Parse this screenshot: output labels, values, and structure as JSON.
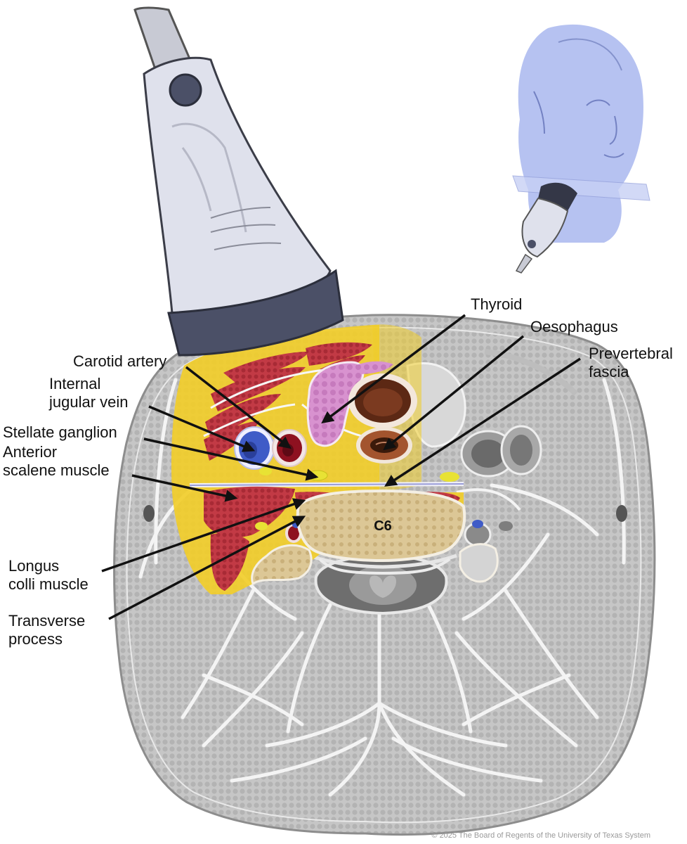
{
  "labels": {
    "thyroid": "Thyroid",
    "oesophagus": "Oesophagus",
    "prevertebral_fascia": "Prevertebral\nfascia",
    "carotid_artery": "Carotid artery",
    "internal_jugular_vein": "Internal\njugular vein",
    "stellate_ganglion": "Stellate ganglion",
    "anterior_scalene_muscle": "Anterior\nscalene muscle",
    "longus_colli_muscle": "Longus\ncolli muscle",
    "transverse_process": "Transverse\nprocess",
    "vertebra": "C6"
  },
  "copyright": "© 2025 The Board of Regents of the University of Texas System",
  "colors": {
    "probe_body": "#dfe1ec",
    "probe_face": "#4b5067",
    "probe_cable": "#c8cad4",
    "fat": "#f1cd2a",
    "muscle": "#c23a45",
    "thyroid": "#d892cf",
    "artery": "#8e1120",
    "vein": "#3f5bc7",
    "ganglion": "#e8e234",
    "bone": "#dcc796",
    "tissue_gray": "#c4c4c4",
    "head": "#a9b7ee"
  },
  "icons": [
    "ultrasound-probe-icon",
    "head-with-probe-icon"
  ]
}
